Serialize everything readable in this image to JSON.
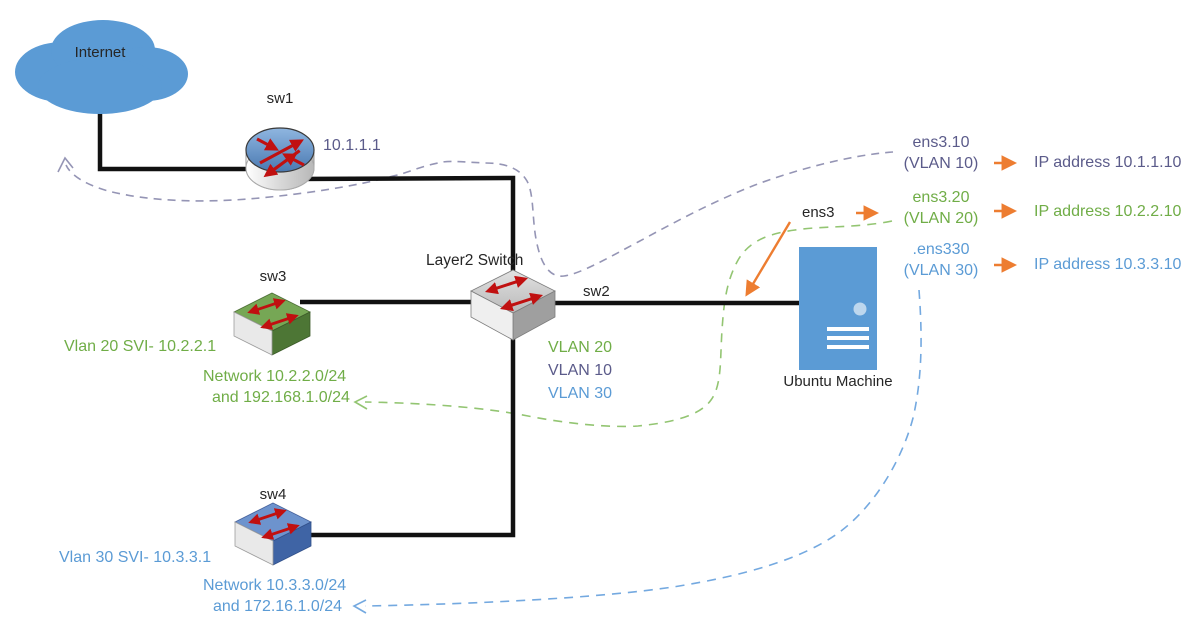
{
  "diagram": {
    "internet_label": "Internet",
    "sw1": {
      "name": "sw1",
      "ip": "10.1.1.1"
    },
    "layer2_switch_label": "Layer2 Switch",
    "sw2_label": "sw2",
    "sw3": {
      "name": "sw3",
      "svi": "Vlan 20 SVI- 10.2.2.1",
      "network_line1": "Network 10.2.2.0/24",
      "network_line2": "and 192.168.1.0/24"
    },
    "sw4": {
      "name": "sw4",
      "svi": "Vlan 30 SVI- 10.3.3.1",
      "network_line1": "Network 10.3.3.0/24",
      "network_line2": "and 172.16.1.0/24"
    },
    "ubuntu": {
      "name": "Ubuntu Machine",
      "nic": "ens3"
    },
    "trunk_vlans": {
      "v20": "VLAN 20",
      "v10": "VLAN 10",
      "v30": "VLAN 30"
    },
    "subinterfaces": [
      {
        "name": "ens3.10",
        "vlan": "(VLAN 10)",
        "ip": "IP address 10.1.1.10"
      },
      {
        "name": "ens3.20",
        "vlan": "(VLAN 20)",
        "ip": "IP address 10.2.2.10"
      },
      {
        "name": ".ens330",
        "vlan": "(VLAN 30)",
        "ip": "IP address 10.3.3.10"
      }
    ],
    "colors": {
      "vlan10_purple": "#5B5B8A",
      "vlan20_green": "#70AD47",
      "vlan30_blue": "#5B9BD5",
      "arrow_orange": "#ED7D31",
      "link_black": "#111111"
    }
  }
}
